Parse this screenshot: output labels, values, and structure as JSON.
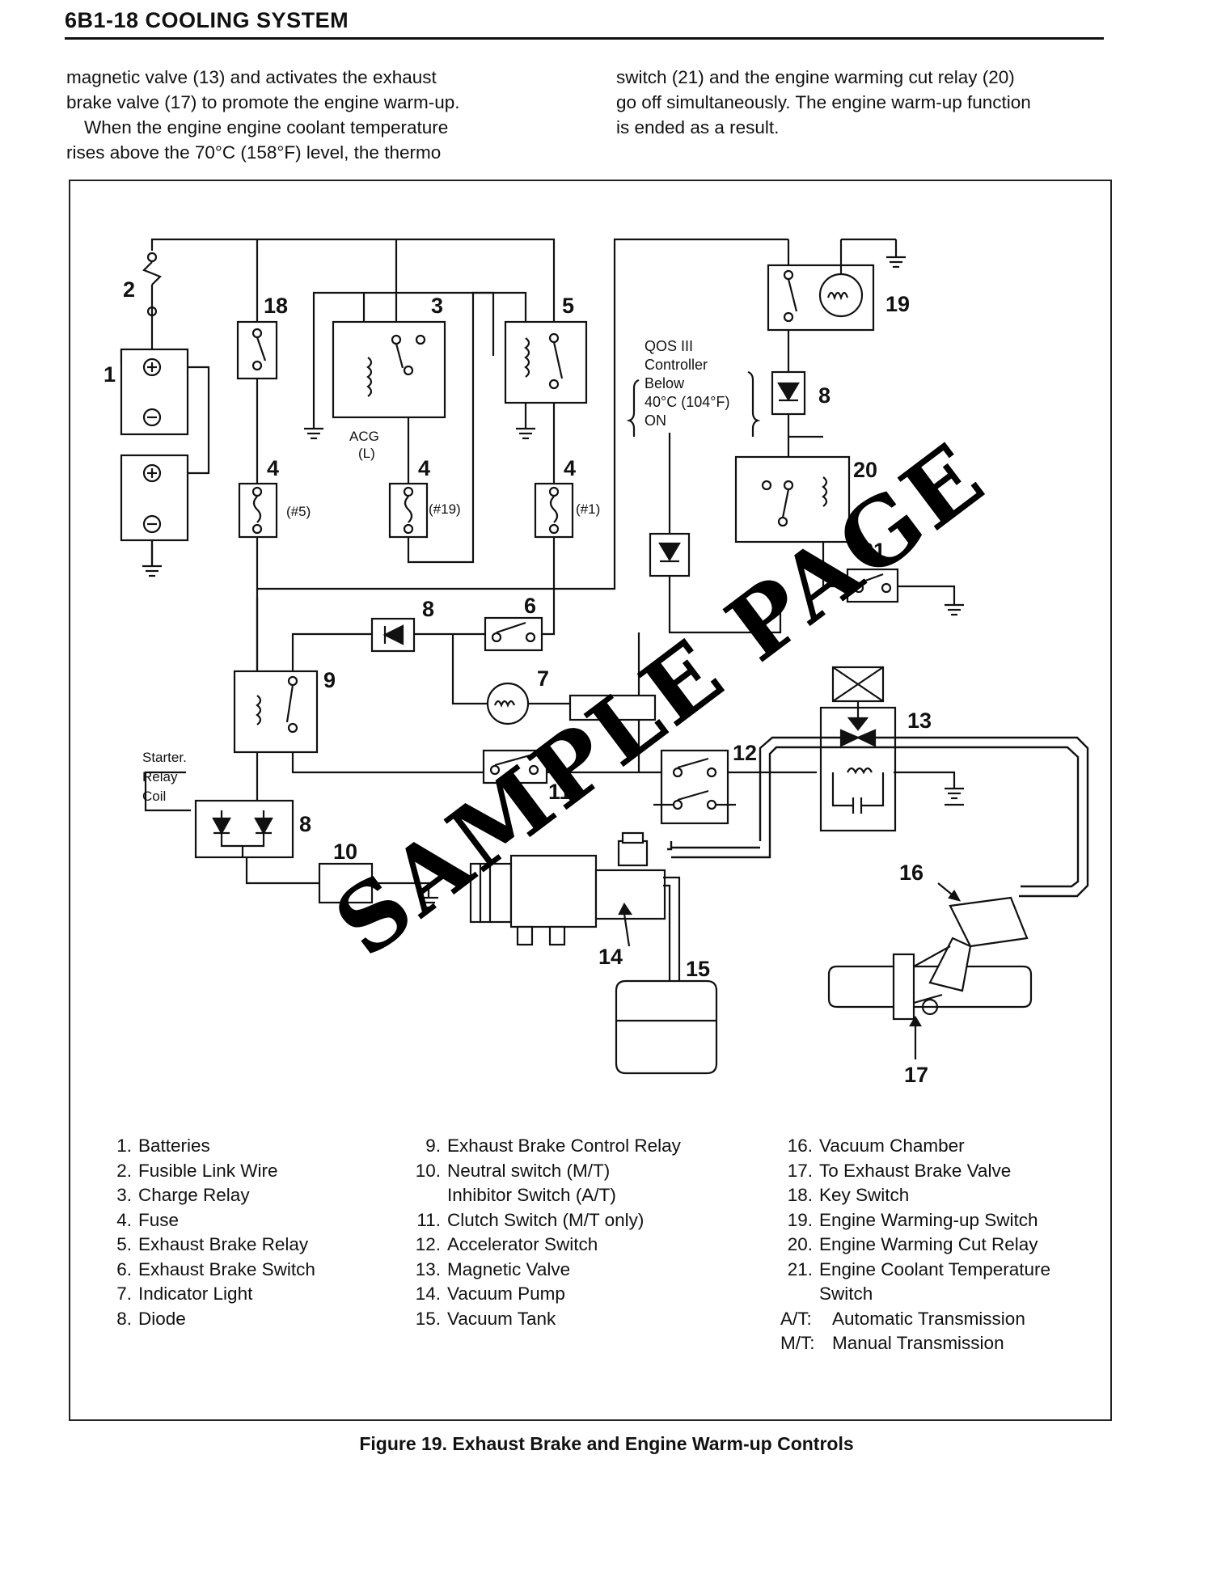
{
  "header": {
    "title": "6B1-18 COOLING SYSTEM"
  },
  "intro": {
    "left_lines": [
      "magnetic valve (13) and activates the exhaust",
      "brake valve (17) to promote the engine warm-up.",
      "When the engine engine coolant temperature",
      "rises above the 70°C (158°F) level, the thermo"
    ],
    "right_lines": [
      "switch (21) and the engine warming cut relay (20)",
      "go off simultaneously. The engine warm-up function",
      "is ended as a result."
    ]
  },
  "diagram": {
    "callouts": {
      "c1": "1",
      "c2": "2",
      "c3": "3",
      "c4a": "4",
      "c4b": "4",
      "c4c": "4",
      "c5": "5",
      "c6": "6",
      "c7": "7",
      "c8a": "8",
      "c8b": "8",
      "c8c": "8",
      "c9": "9",
      "c10": "10",
      "c11": "11",
      "c12": "12",
      "c13": "13",
      "c14": "14",
      "c15": "15",
      "c16": "16",
      "c17": "17",
      "c18": "18",
      "c19": "19",
      "c20": "20",
      "c21": "21"
    },
    "fuse_labels": {
      "f5": "(#5)",
      "f19": "(#19)",
      "f1": "(#1)"
    },
    "acg_label": "ACG",
    "acg_sub": "(L)",
    "starter_label": [
      "Starter.",
      "Relay",
      "Coil"
    ],
    "qos_label": [
      "QOS III",
      "Controller",
      "Below",
      "40°C (104°F)",
      "ON"
    ]
  },
  "legend": {
    "col1": [
      {
        "num": "1.",
        "text": "Batteries"
      },
      {
        "num": "2.",
        "text": "Fusible Link Wire"
      },
      {
        "num": "3.",
        "text": "Charge Relay"
      },
      {
        "num": "4.",
        "text": "Fuse"
      },
      {
        "num": "5.",
        "text": "Exhaust Brake Relay"
      },
      {
        "num": "6.",
        "text": "Exhaust Brake Switch"
      },
      {
        "num": "7.",
        "text": "Indicator Light"
      },
      {
        "num": "8.",
        "text": "Diode"
      }
    ],
    "col2": [
      {
        "num": "9.",
        "text": "Exhaust Brake Control Relay"
      },
      {
        "num": "10.",
        "text": "Neutral switch (M/T)"
      },
      {
        "num": "",
        "text": "Inhibitor Switch (A/T)"
      },
      {
        "num": "11.",
        "text": "Clutch Switch (M/T only)"
      },
      {
        "num": "12.",
        "text": "Accelerator Switch"
      },
      {
        "num": "13.",
        "text": "Magnetic Valve"
      },
      {
        "num": "14.",
        "text": "Vacuum Pump"
      },
      {
        "num": "15.",
        "text": "Vacuum Tank"
      }
    ],
    "col3": [
      {
        "num": "16.",
        "text": "Vacuum Chamber"
      },
      {
        "num": "17.",
        "text": "To Exhaust Brake Valve"
      },
      {
        "num": "18.",
        "text": "Key Switch"
      },
      {
        "num": "19.",
        "text": "Engine Warming-up Switch"
      },
      {
        "num": "20.",
        "text": "Engine Warming Cut Relay"
      },
      {
        "num": "21.",
        "text": "Engine Coolant Temperature"
      },
      {
        "num": "",
        "text": "Switch"
      },
      {
        "num": "A/T:",
        "text": "Automatic Transmission"
      },
      {
        "num": "M/T:",
        "text": "Manual Transmission"
      }
    ]
  },
  "caption": "Figure 19. Exhaust Brake and Engine Warm-up Controls",
  "watermark": "SAMPLE PAGE"
}
